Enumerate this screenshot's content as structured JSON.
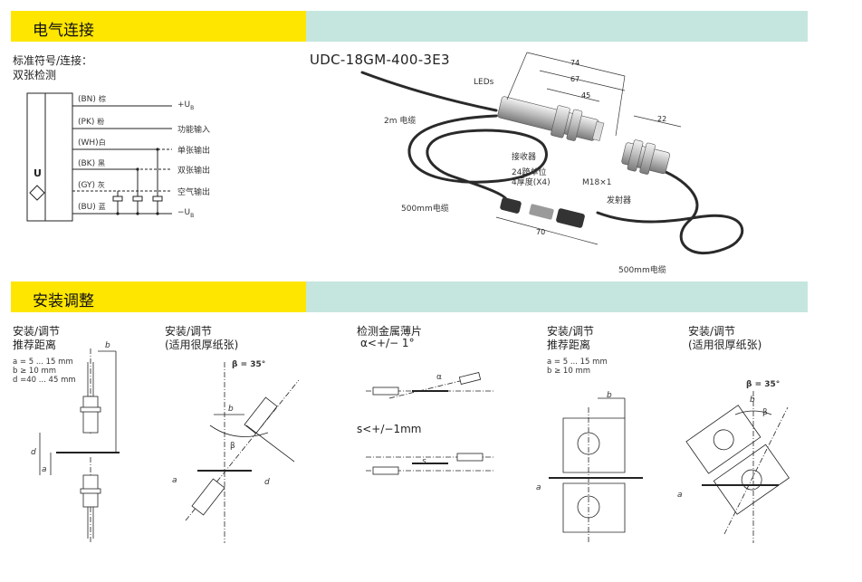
{
  "section1": {
    "title": "电气连接"
  },
  "section2": {
    "title": "安装调整"
  },
  "symbol": {
    "caption_line1": "标准符号/连接：",
    "caption_line2": "双张检测",
    "box_label": "U",
    "wires": [
      {
        "code": "(BN)",
        "color": "棕",
        "function": "+U"
      },
      {
        "code": "(PK)",
        "color": "粉",
        "function": "功能输入"
      },
      {
        "code": "(WH)",
        "color": "白",
        "function": "单张输出"
      },
      {
        "code": "(BK)",
        "color": "黑",
        "function": "双张输出"
      },
      {
        "code": "(GY)",
        "color": "灰",
        "function": "空气输出"
      },
      {
        "code": "(BU)",
        "color": "蓝",
        "function": "−U"
      }
    ],
    "subscript_b": "B"
  },
  "product": {
    "model": "UDC-18GM-400-3E3",
    "labels": {
      "leds": "LEDs",
      "cable_2m": "2m 电缆",
      "receiver": "接收器",
      "unit_line1": "24跨单位",
      "unit_line2": "4厚度(X4)",
      "thread": "M18×1",
      "emitter": "发射器",
      "cable_500_left": "500mm电缆",
      "cable_500_right": "500mm电缆"
    },
    "dims": [
      "74",
      "67",
      "45",
      "22",
      "70"
    ]
  },
  "mounting": [
    {
      "title1": "安装/调节",
      "title2": "推荐距离",
      "notes": "a = 5 ... 15 mm\nb ≥ 10 mm\nd =40 ... 45 mm",
      "letters": {
        "b": "b",
        "d": "d",
        "a": "a"
      }
    },
    {
      "title1": "安装/调节",
      "title2": "(适用很厚纸张)",
      "angle": "β = 35°",
      "letters": {
        "b": "b",
        "beta": "β",
        "d": "d",
        "a": "a"
      }
    },
    {
      "title1": "检测金属薄片",
      "title2": "α<+/− 1°",
      "title3": "s<+/−1mm",
      "letters": {
        "alpha": "α",
        "s": "s"
      }
    },
    {
      "title1": "安装/调节",
      "title2": "推荐距离",
      "notes": "a = 5 ... 15 mm\nb ≥ 10 mm",
      "letters": {
        "b": "b",
        "a": "a"
      }
    },
    {
      "title1": "安装/调节",
      "title2": "(适用很厚纸张)",
      "angle": "β = 35°",
      "letters": {
        "b": "b",
        "beta": "β",
        "a": "a"
      }
    }
  ]
}
